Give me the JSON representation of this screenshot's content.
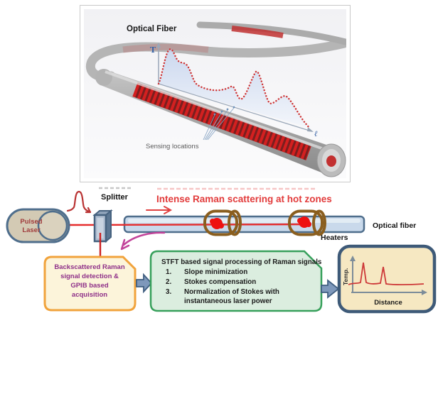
{
  "top_panel": {
    "optical_fiber_label": "Optical Fiber",
    "graph": {
      "y_axis_label": "T",
      "x_axis_label": "ℓ"
    },
    "sensing_label": "Sensing locations"
  },
  "diagram": {
    "laser": {
      "line1": "Pulsed",
      "line2": "Laser"
    },
    "splitter_label": "Splitter",
    "raman_caption": "Intense Raman scattering at hot zones",
    "optical_fiber_label": "Optical fiber",
    "heaters_label": "Heaters",
    "detection_box": {
      "lines": [
        "Backscattered Raman",
        "signal detection &",
        "GPIB based",
        "acquisition"
      ]
    },
    "processing_box": {
      "title": "STFT based signal processing of Raman signals",
      "items": [
        {
          "num": "1.",
          "text": "Slope minimization"
        },
        {
          "num": "2.",
          "text": "Stokes compensation"
        },
        {
          "num": "3.",
          "text": "Normalization of Stokes with"
        },
        {
          "num": "",
          "text": "instantaneous laser power"
        }
      ]
    },
    "result_graph": {
      "y_label": "Temp.",
      "x_label": "Distance"
    }
  },
  "colors": {
    "raman_caption_red": "#e23b3b",
    "laser_beam_red": "#e52b2b",
    "heater_brown": "#8a5e1e",
    "hot_zone_red": "#ee1111",
    "fiber_fill_blue": "#c9d9eb",
    "outline_slate": "#4f6e8c",
    "detection_border_orange": "#f1a33c",
    "detection_fill_cream": "#fcf4da",
    "detection_text_purple": "#8e2f88",
    "processing_border_green": "#37a05b",
    "processing_fill_green": "#dbeddf",
    "result_box_fill_tan": "#f6e8c2",
    "result_border_slate": "#3e5a78",
    "flow_arrow_blue": "#7e98bb",
    "magenta_arrow": "#c2439a",
    "laser_body_tan": "#d3cab4"
  }
}
